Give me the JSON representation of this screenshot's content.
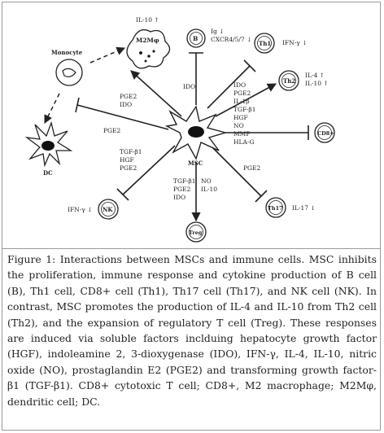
{
  "diagram": {
    "center": {
      "label": "MSC"
    },
    "cells": {
      "m2": "M2Mφ",
      "b": "B",
      "th1": "Th1",
      "th2": "Th2",
      "cd8": "CD8+",
      "th17": "Th17",
      "treg": "Treg",
      "nk": "NK",
      "monocyte": "Monocyte",
      "dc": "DC"
    },
    "labels": {
      "il10_up": "IL-10 ↑",
      "ig_down": "Ig ↓",
      "cxcr": "CXCR4/5/7 ↓",
      "ifn_th1": "IFN-γ ↓",
      "il4_up": "IL-4 ↑",
      "il10_up_th2": "IL-10 ↑",
      "ido_top": "IDO",
      "pge2_m2_1": "PGE2",
      "pge2_m2_2": "IDO",
      "pge2_dc": "PGE2",
      "cd8_factors": [
        "IDO",
        "PGE2",
        "IL-1β",
        "TGF-β1",
        "HGF",
        "NO",
        "MMP",
        "HLA-G"
      ],
      "nk_factors": [
        "TGF-β1",
        "HGF",
        "PGE2"
      ],
      "treg_factors_left": [
        "TGF-β1",
        "PGE2",
        "IDO"
      ],
      "treg_factors_right": [
        "NO",
        "IL-10"
      ],
      "pge2_th17": "PGE2",
      "il17_down": "IL-17 ↓",
      "ifn_nk": "IFN-γ ↓"
    }
  },
  "caption": {
    "label": "Figure 1:",
    "text": "Interactions between MSCs and immune cells. MSC inhibits the proliferation, immune response and cytokine production of B cell (B), Th1 cell, CD8+ cell (Th1), Th17 cell (Th17), and NK cell (NK). In contrast, MSC promotes the production of IL-4 and IL-10 from Th2 cell (Th2), and the expansion of regulatory T cell (Treg). These responses are induced via soluble factors inclduing hepatocyte growth factor (HGF), indoleamine 2, 3-dioxygenase (IDO), IFN-γ, IL-4, IL-10, nitric oxide (NO), prostaglandin E2 (PGE2) and transforming growth factor-β1 (TGF-β1). CD8+ cytotoxic T cell; CD8+, M2 macrophage; M2Mφ, dendritic cell; DC."
  },
  "colors": {
    "border": "#9a9a9a",
    "stroke": "#222222"
  }
}
